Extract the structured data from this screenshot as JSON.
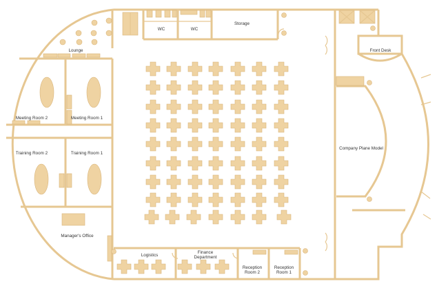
{
  "colors": {
    "wall": "#e6c792",
    "furniture": "#efd3a2",
    "text": "#333333"
  },
  "rooms": {
    "lounge": "Lounge",
    "meeting_room_2": "Meeting Room 2",
    "meeting_room_1": "Meeting Room 1",
    "training_room_2": "Training Room 2",
    "training_room_1": "Training Room 1",
    "managers_office": "Manager's Office",
    "wc_1": "WC",
    "wc_2": "WC",
    "storage": "Storage",
    "front_desk": "Front Desk",
    "company_plane_model": "Company Plane Model",
    "logistics": "Logistics",
    "finance_1": "Finance",
    "finance_2": "Department",
    "reception_2_a": "Reception",
    "reception_2_b": "Room 2",
    "reception_1_a": "Reception",
    "reception_1_b": "Room 1"
  }
}
